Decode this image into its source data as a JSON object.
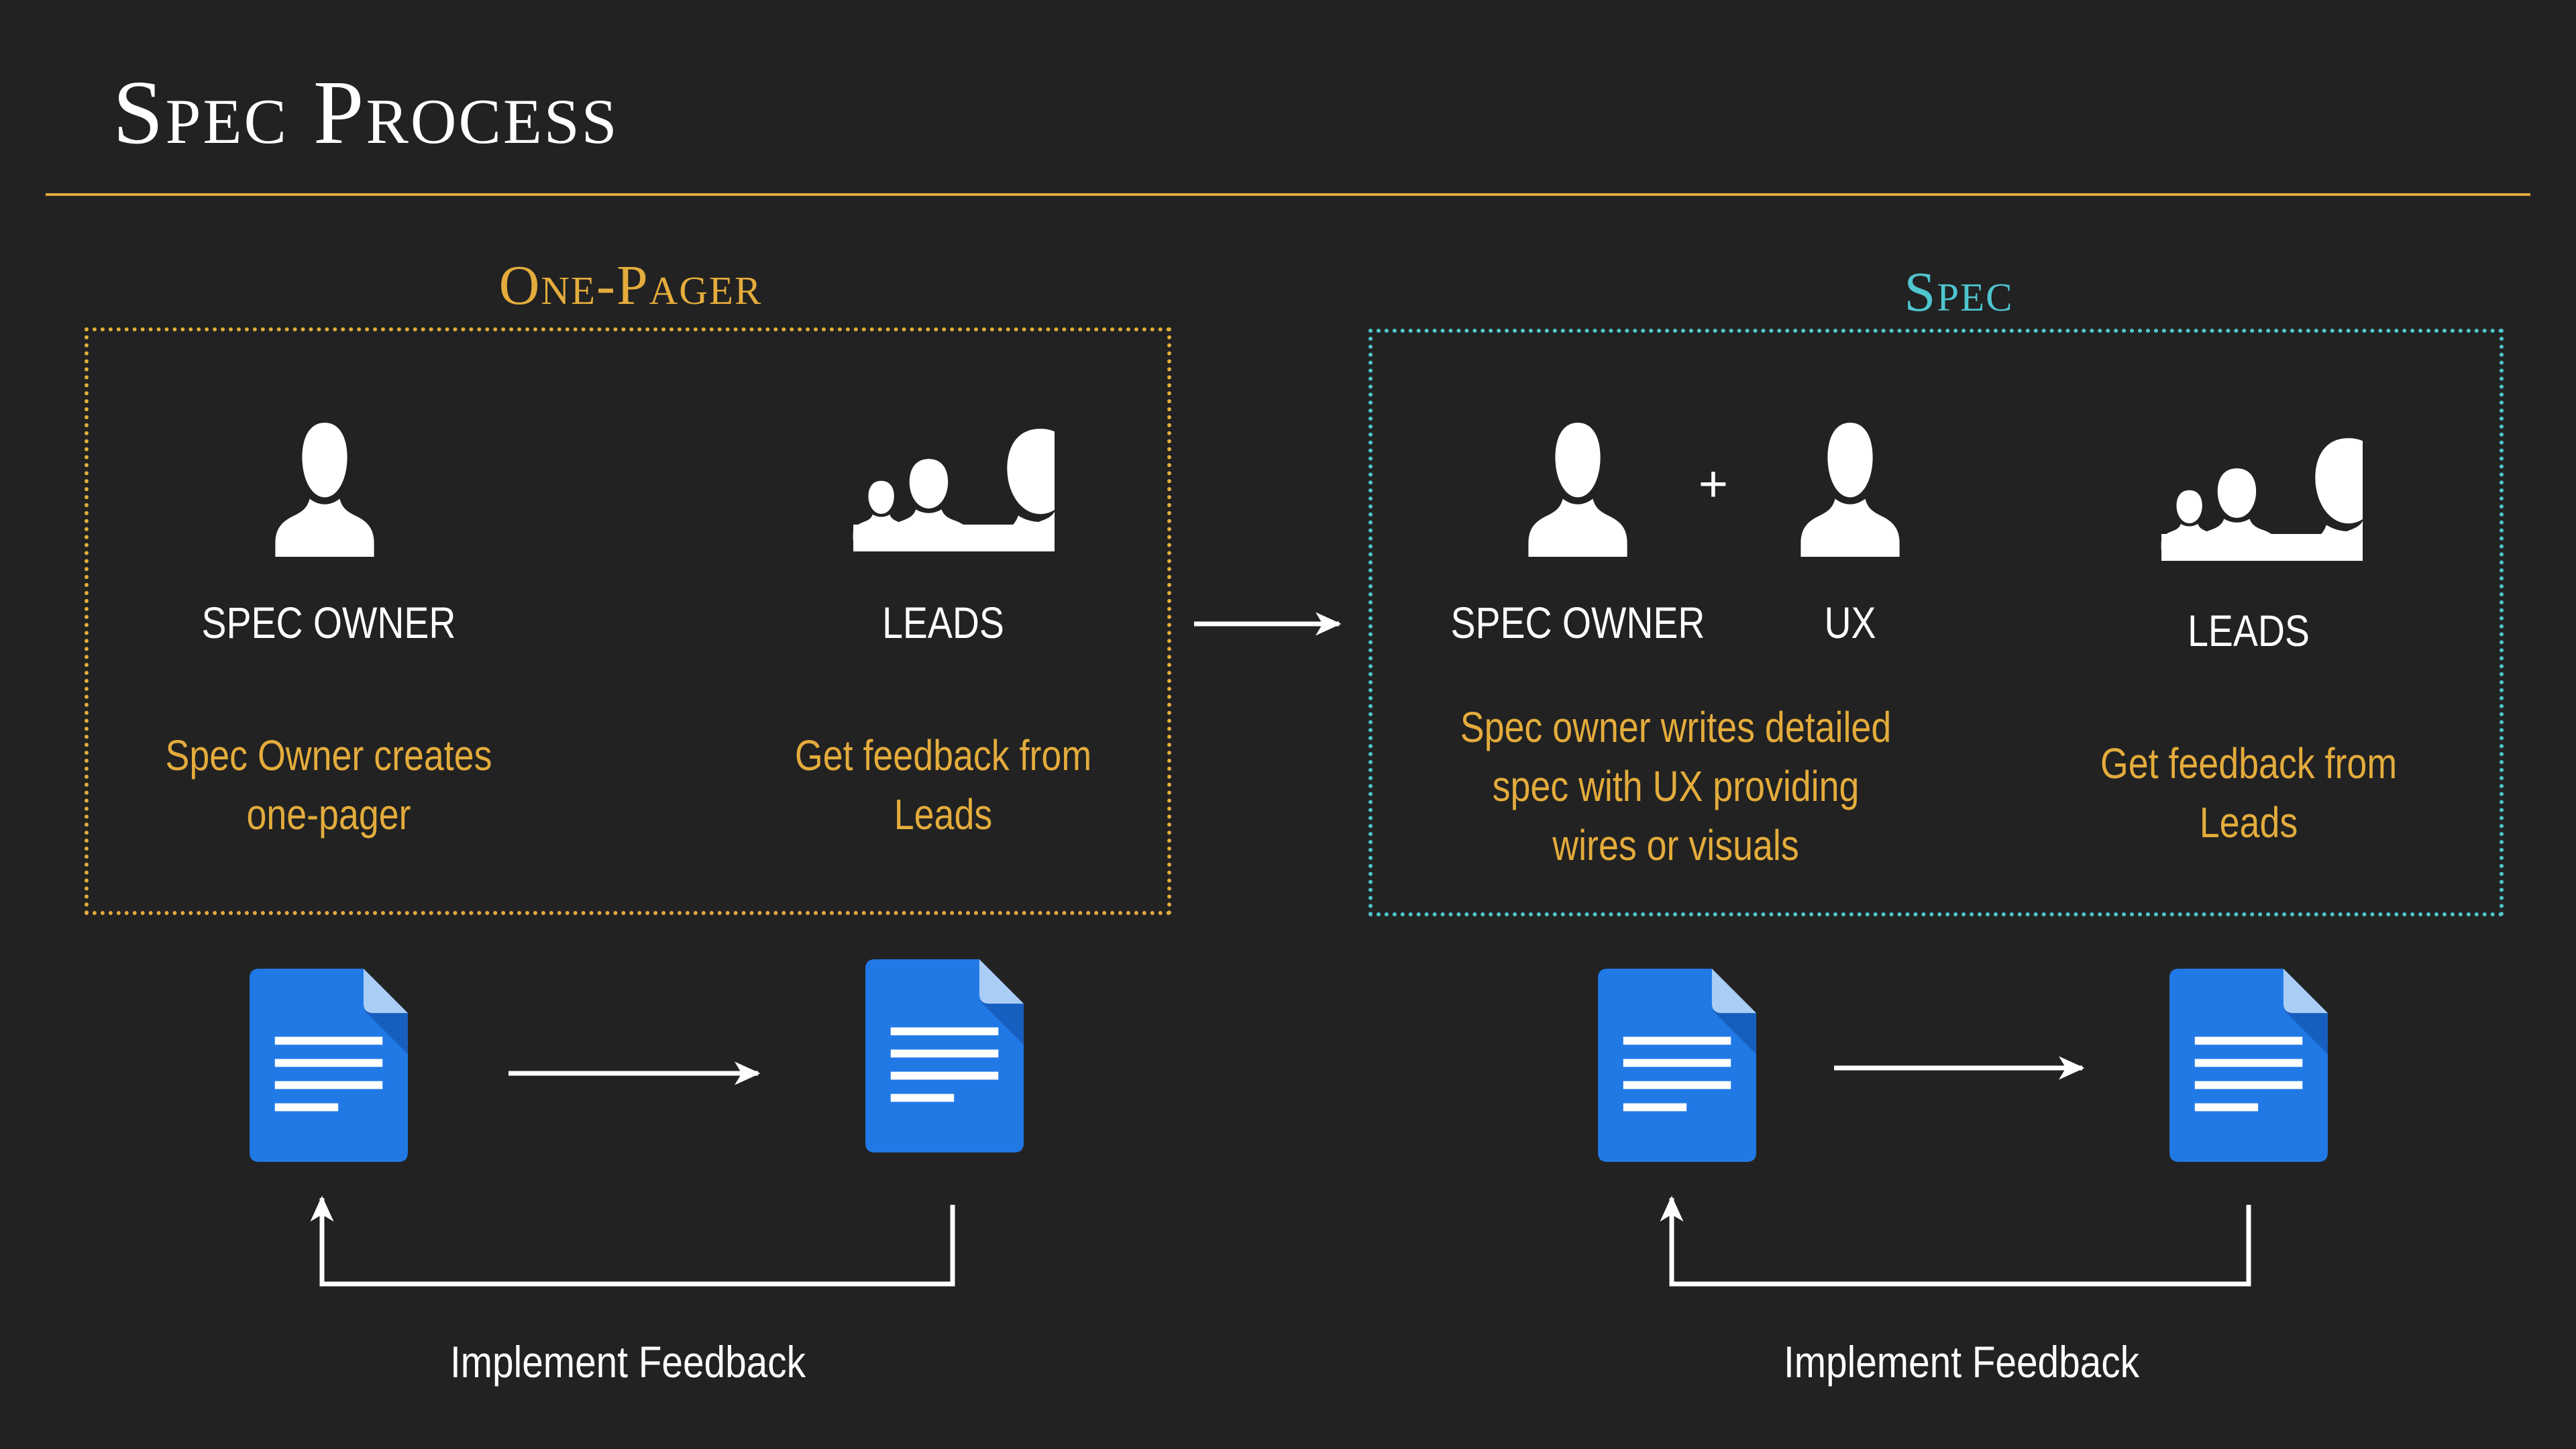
{
  "title": "Spec Process",
  "colors": {
    "background": "#222222",
    "accent_gold": "#e4ac3c",
    "accent_cyan": "#4fc6cf",
    "doc_blue": "#2179e6",
    "text": "#ffffff"
  },
  "one_pager": {
    "title": "One-Pager",
    "spec_owner": {
      "icon": "person-icon",
      "label": "SPEC OWNER",
      "description": [
        "Spec Owner creates",
        "one-pager"
      ]
    },
    "leads": {
      "icon": "group-icon",
      "label": "LEADS",
      "description": [
        "Get feedback from",
        "Leads"
      ]
    },
    "feedback_label": "Implement Feedback"
  },
  "spec": {
    "title": "Spec",
    "spec_owner": {
      "icon": "person-icon",
      "label": "SPEC OWNER"
    },
    "plus": "+",
    "ux": {
      "icon": "person-icon",
      "label": "UX"
    },
    "owner_ux_description": [
      "Spec owner writes detailed",
      "spec with UX providing",
      "wires or visuals"
    ],
    "leads": {
      "icon": "group-icon",
      "label": "LEADS",
      "description": [
        "Get feedback from",
        "Leads"
      ]
    },
    "feedback_label": "Implement Feedback"
  },
  "icons": {
    "document": "document-icon",
    "arrow": "right-arrow-icon",
    "loop": "feedback-loop-arrow-icon"
  }
}
